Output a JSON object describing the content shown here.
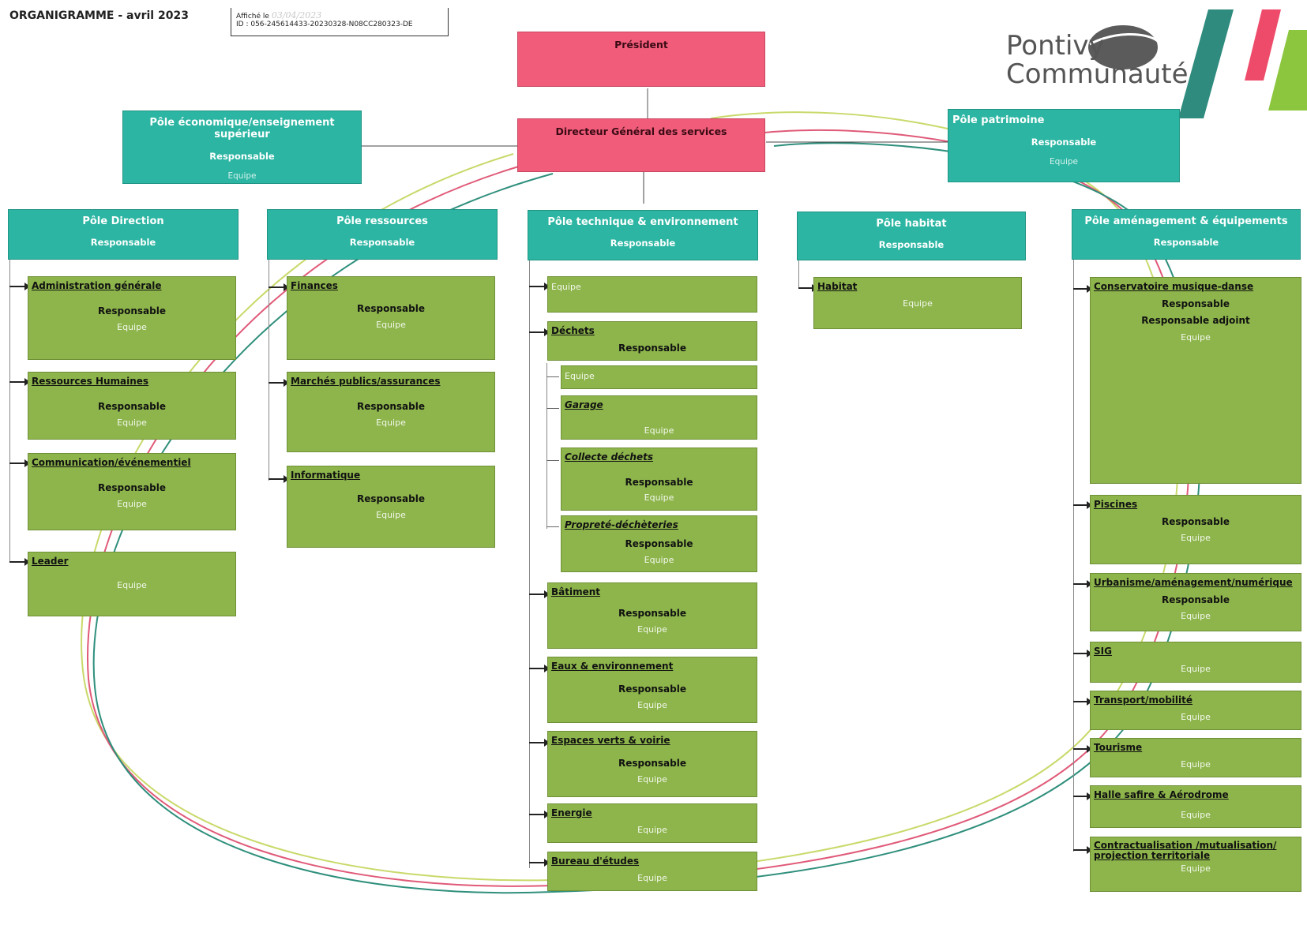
{
  "header": {
    "title": "ORGANIGRAMME  - avril 2023",
    "stamp_label": "Affiché le",
    "stamp_date": "03/04/2023",
    "stamp_id": "ID : 056-245614433-20230328-N08CC280323-DE"
  },
  "logo": {
    "line1": "Pontivy",
    "line2": "Communauté"
  },
  "president": "Président",
  "dgs": "Directeur Général des services",
  "pole_eco": {
    "title": "Pôle économique/enseignement supérieur",
    "resp": "Responsable",
    "equipe": "Equipe"
  },
  "pole_patrimoine": {
    "title": "Pôle patrimoine",
    "resp": "Responsable",
    "equipe": "Equipe"
  },
  "pole_direction": {
    "title": "Pôle Direction",
    "resp": "Responsable",
    "services": [
      {
        "name": "Administration générale",
        "resp": "Responsable",
        "equipe": "Equipe"
      },
      {
        "name": "Ressources Humaines",
        "resp": "Responsable",
        "equipe": "Equipe"
      },
      {
        "name": "Communication/événementiel",
        "resp": "Responsable",
        "equipe": "Equipe"
      },
      {
        "name": "Leader",
        "equipe": "Equipe"
      }
    ]
  },
  "pole_ressources": {
    "title": "Pôle ressources",
    "resp": "Responsable",
    "services": [
      {
        "name": "Finances",
        "resp": "Responsable",
        "equipe": "Equipe"
      },
      {
        "name": "Marchés publics/assurances",
        "resp": "Responsable",
        "equipe": "Equipe"
      },
      {
        "name": "Informatique",
        "resp": "Responsable",
        "equipe": "Equipe"
      }
    ]
  },
  "pole_technique": {
    "title": "Pôle technique & environnement",
    "resp": "Responsable",
    "equipe": "Equipe",
    "dechets": {
      "name": "Déchets",
      "resp": "Responsable",
      "equipe": "Equipe",
      "sub": [
        {
          "name": "Garage",
          "equipe": "Equipe"
        },
        {
          "name": "Collecte déchets",
          "resp": "Responsable",
          "equipe": "Equipe"
        },
        {
          "name": "Propreté-déchèteries",
          "resp": "Responsable",
          "equipe": "Equipe"
        }
      ]
    },
    "services": [
      {
        "name": "Bâtiment",
        "resp": "Responsable",
        "equipe": "Equipe"
      },
      {
        "name": "Eaux & environnement",
        "resp": "Responsable",
        "equipe": "Equipe"
      },
      {
        "name": "Espaces verts & voirie",
        "resp": "Responsable",
        "equipe": "Equipe"
      },
      {
        "name": "Energie",
        "equipe": "Equipe"
      },
      {
        "name": "Bureau d'études",
        "equipe": "Equipe"
      }
    ]
  },
  "pole_habitat": {
    "title": "Pôle habitat",
    "resp": "Responsable",
    "services": [
      {
        "name": "Habitat",
        "equipe": "Equipe"
      }
    ]
  },
  "pole_amenagement": {
    "title": "Pôle aménagement &  équipements",
    "resp": "Responsable",
    "services": [
      {
        "name": "Conservatoire musique-danse",
        "resp": "Responsable",
        "resp2": "Responsable adjoint",
        "equipe": "Equipe"
      },
      {
        "name": "Piscines",
        "resp": "Responsable",
        "equipe": "Equipe"
      },
      {
        "name": "Urbanisme/aménagement/numérique",
        "resp": "Responsable",
        "equipe": "Equipe"
      },
      {
        "name": "SIG",
        "equipe": "Equipe"
      },
      {
        "name": "Transport/mobilité",
        "equipe": "Equipe"
      },
      {
        "name": "Tourisme",
        "equipe": "Equipe"
      },
      {
        "name": "Halle safire & Aérodrome",
        "equipe": "Equipe"
      },
      {
        "name": "Contractualisation /mutualisation/",
        "name2": "projection territoriale",
        "equipe": "Equipe"
      }
    ]
  },
  "colors": {
    "pink": "#f05c7a",
    "teal": "#2bb5a2",
    "green": "#8db54b",
    "logo_green": "#8cc63f",
    "logo_teal": "#2e8b7d",
    "logo_pink": "#ee4b6a"
  }
}
